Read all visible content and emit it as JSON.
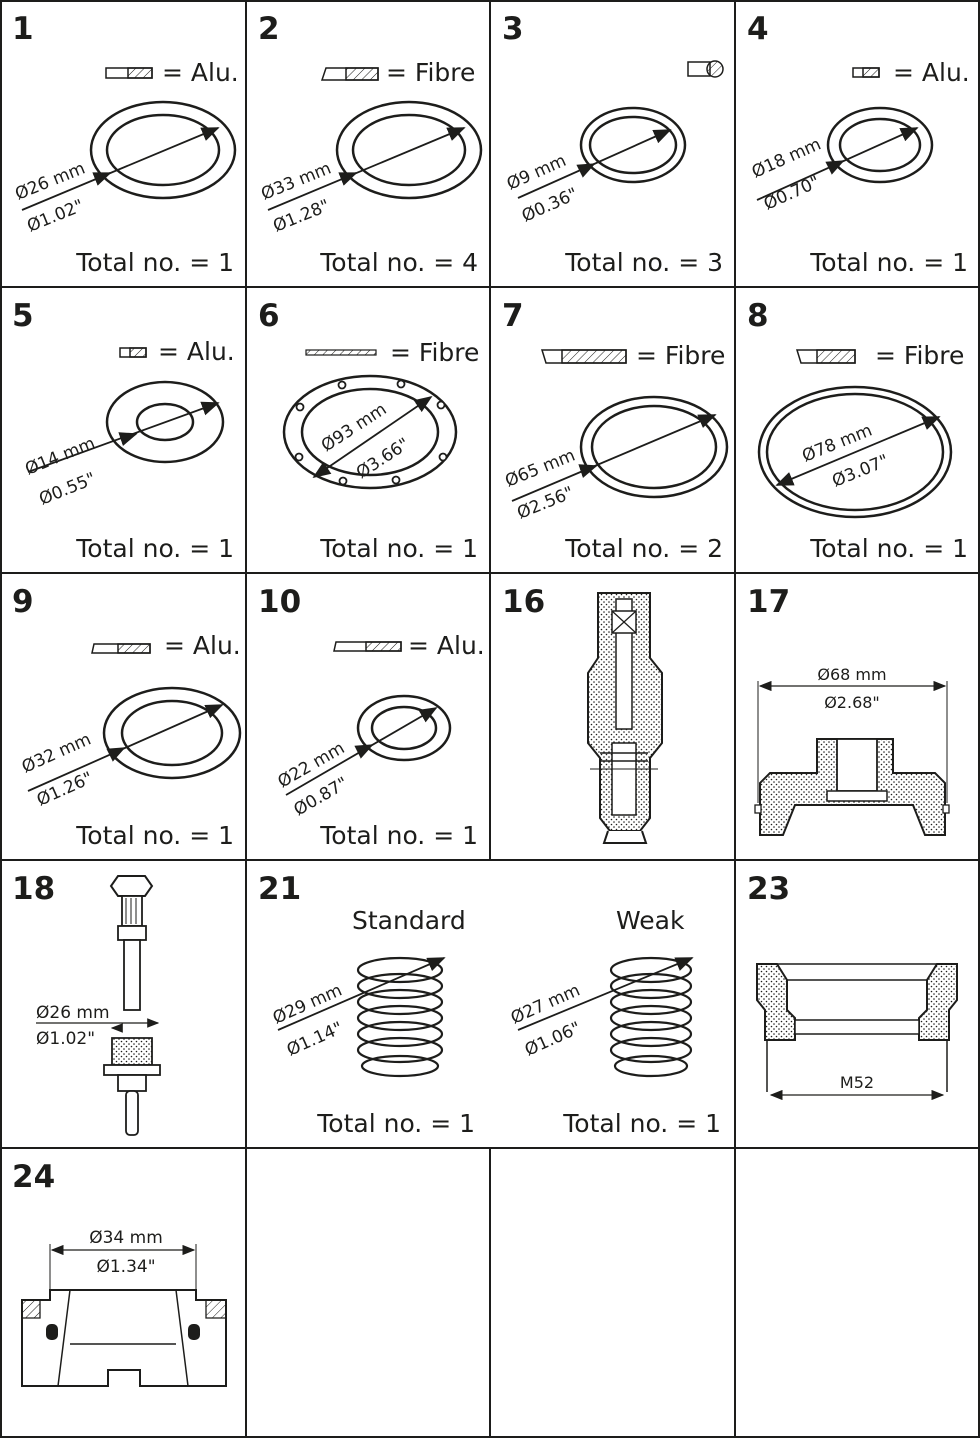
{
  "cells": {
    "c1": {
      "num": "1",
      "material": "= Alu.",
      "total": "Total no. = 1",
      "dia_mm": "Ø26 mm",
      "dia_in": "Ø1.02\""
    },
    "c2": {
      "num": "2",
      "material": "= Fibre",
      "total": "Total no. = 4",
      "dia_mm": "Ø33 mm",
      "dia_in": "Ø1.28\""
    },
    "c3": {
      "num": "3",
      "material": "",
      "total": "Total no. = 3",
      "dia_mm": "Ø9 mm",
      "dia_in": "Ø0.36\""
    },
    "c4": {
      "num": "4",
      "material": "= Alu.",
      "total": "Total no. = 1",
      "dia_mm": "Ø18 mm",
      "dia_in": "Ø0.70\""
    },
    "c5": {
      "num": "5",
      "material": "= Alu.",
      "total": "Total no. = 1",
      "dia_mm": "Ø14 mm",
      "dia_in": "Ø0.55\""
    },
    "c6": {
      "num": "6",
      "material": "= Fibre",
      "total": "Total no. = 1",
      "dia_mm": "Ø93 mm",
      "dia_in": "Ø3.66\""
    },
    "c7": {
      "num": "7",
      "material": "= Fibre",
      "total": "Total no. = 2",
      "dia_mm": "Ø65 mm",
      "dia_in": "Ø2.56\""
    },
    "c8": {
      "num": "8",
      "material": "= Fibre",
      "total": "Total no. = 1",
      "dia_mm": "Ø78 mm",
      "dia_in": "Ø3.07\""
    },
    "c9": {
      "num": "9",
      "material": "= Alu.",
      "total": "Total no. = 1",
      "dia_mm": "Ø32 mm",
      "dia_in": "Ø1.26\""
    },
    "c10": {
      "num": "10",
      "material": "= Alu.",
      "total": "Total no. = 1",
      "dia_mm": "Ø22 mm",
      "dia_in": "Ø0.87\""
    },
    "c16": {
      "num": "16"
    },
    "c17": {
      "num": "17",
      "dia_mm": "Ø68 mm",
      "dia_in": "Ø2.68\""
    },
    "c18": {
      "num": "18",
      "dia_mm": "Ø26 mm",
      "dia_in": "Ø1.02\""
    },
    "c21": {
      "num": "21",
      "standard": {
        "label": "Standard",
        "dia_mm": "Ø29 mm",
        "dia_in": "Ø1.14\"",
        "total": "Total no. = 1"
      },
      "weak": {
        "label": "Weak",
        "dia_mm": "Ø27 mm",
        "dia_in": "Ø1.06\"",
        "total": "Total no. = 1"
      }
    },
    "c23": {
      "num": "23",
      "thread": "M52"
    },
    "c24": {
      "num": "24",
      "dia_mm": "Ø34 mm",
      "dia_in": "Ø1.34\""
    }
  }
}
